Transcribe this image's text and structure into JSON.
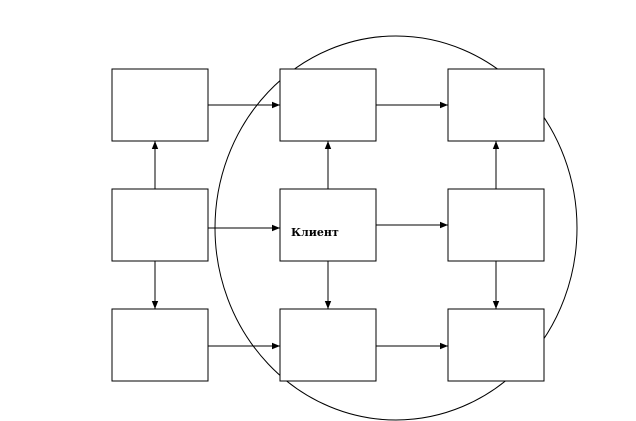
{
  "diagram": {
    "nodes": [
      {
        "id": "r1c1",
        "label": ""
      },
      {
        "id": "r1c2",
        "label": ""
      },
      {
        "id": "r1c3",
        "label": ""
      },
      {
        "id": "r2c1",
        "label": ""
      },
      {
        "id": "r2c2",
        "label": "Клиент"
      },
      {
        "id": "r2c3",
        "label": ""
      },
      {
        "id": "r3c1",
        "label": ""
      },
      {
        "id": "r3c2",
        "label": ""
      },
      {
        "id": "r3c3",
        "label": ""
      }
    ],
    "edges": [
      {
        "from": "r1c1",
        "to": "r1c2"
      },
      {
        "from": "r1c2",
        "to": "r1c3"
      },
      {
        "from": "r2c1",
        "to": "r1c1"
      },
      {
        "from": "r2c1",
        "to": "r2c2"
      },
      {
        "from": "r2c1",
        "to": "r3c1"
      },
      {
        "from": "r2c2",
        "to": "r1c2"
      },
      {
        "from": "r2c2",
        "to": "r2c3"
      },
      {
        "from": "r2c2",
        "to": "r3c2"
      },
      {
        "from": "r2c3",
        "to": "r1c3"
      },
      {
        "from": "r2c3",
        "to": "r3c3"
      },
      {
        "from": "r3c1",
        "to": "r3c2"
      },
      {
        "from": "r3c2",
        "to": "r3c3"
      }
    ],
    "colors": {
      "stroke": "#000000",
      "background": "#ffffff"
    }
  }
}
